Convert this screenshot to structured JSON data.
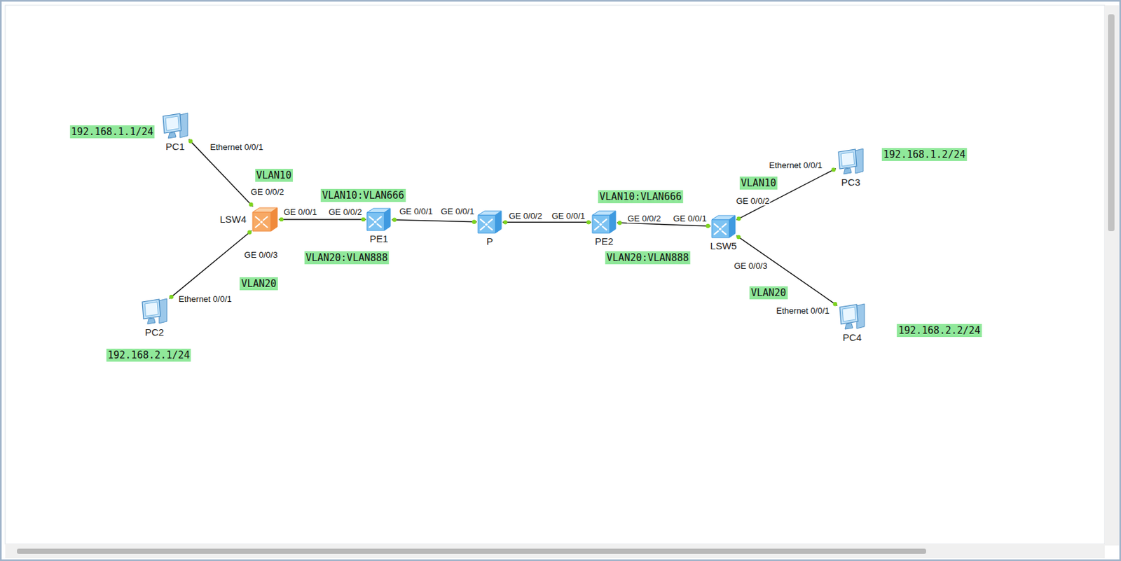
{
  "diagram": {
    "nodes": [
      {
        "text": [
          "PC1"
        ]
      },
      {
        "text": [
          "LSW4"
        ]
      },
      {
        "text": [
          "PC2"
        ]
      },
      {
        "text": [
          "PE1"
        ]
      },
      {
        "text": [
          "P"
        ]
      },
      {
        "text": [
          "PE2"
        ]
      },
      {
        "text": [
          "LSW5"
        ]
      },
      {
        "text": [
          "PC3"
        ]
      },
      {
        "text": [
          "PC4"
        ]
      }
    ],
    "edges": [
      {
        "from": 0,
        "to": 1,
        "arrow": "none"
      },
      {
        "from": 2,
        "to": 1,
        "arrow": "none"
      },
      {
        "from": 1,
        "to": 3,
        "arrow": "none"
      },
      {
        "from": 3,
        "to": 4,
        "arrow": "none"
      },
      {
        "from": 4,
        "to": 5,
        "arrow": "none"
      },
      {
        "from": 5,
        "to": 6,
        "arrow": "none"
      },
      {
        "from": 6,
        "to": 7,
        "arrow": "none"
      },
      {
        "from": 6,
        "to": 8,
        "arrow": "none"
      }
    ],
    "labels": [
      "192.168.1.1/24",
      "Ethernet 0/0/1",
      "VLAN10",
      "GE 0/0/2",
      "GE 0/0/1",
      "GE 0/0/3",
      "VLAN20",
      "Ethernet 0/0/1",
      "192.168.2.1/24",
      "VLAN10:VLAN666",
      "GE 0/0/2",
      "GE 0/0/1",
      "VLAN20:VLAN888",
      "GE 0/0/1",
      "GE 0/0/2",
      "GE 0/0/1",
      "VLAN10:VLAN666",
      "GE 0/0/2",
      "GE 0/0/1",
      "VLAN20:VLAN888",
      "Ethernet 0/0/1",
      "192.168.1.2/24",
      "VLAN10",
      "GE 0/0/2",
      "GE 0/0/3",
      "VLAN20",
      "Ethernet 0/0/1",
      "192.168.2.2/24"
    ]
  }
}
